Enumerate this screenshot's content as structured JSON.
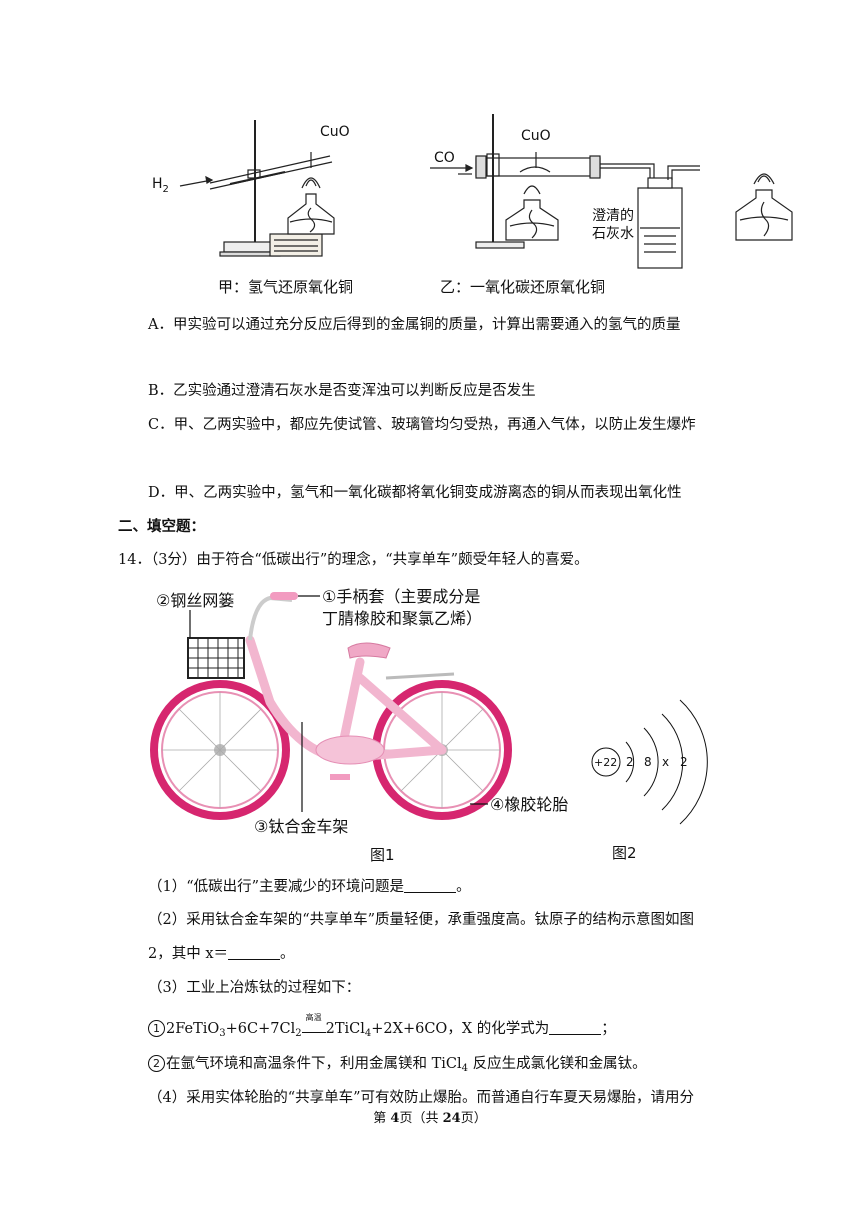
{
  "figures": {
    "apparatus": {
      "jia_caption": "甲：氢气还原氧化铜",
      "yi_caption": "乙：一氧化碳还原氧化铜",
      "cuo_label_1": "CuO",
      "cuo_label_2": "CuO",
      "h2_label": "H",
      "h2_sub": "2",
      "co_label": "CO",
      "limewater_line1": "澄清的",
      "limewater_line2": "石灰水"
    },
    "bicycle": {
      "label_basket": "②钢丝网篓",
      "label_grip_line1": "①手柄套（主要成分是",
      "label_grip_line2": "丁腈橡胶和聚氯乙烯）",
      "label_frame": "③钛合金车架",
      "label_tire": "④橡胶轮胎",
      "fig1_caption": "图1",
      "fig2_caption": "图2",
      "nucleus": "+22",
      "shells": [
        "2",
        "8",
        "x",
        "2"
      ]
    }
  },
  "options": {
    "A": "A．甲实验可以通过充分反应后得到的金属铜的质量，计算出需要通入的氢气的质量",
    "B": "B．乙实验通过澄清石灰水是否变浑浊可以判断反应是否发生",
    "C": "C．甲、乙两实验中，都应先使试管、玻璃管均匀受热，再通入气体，以防止发生爆炸",
    "D": "D．甲、乙两实验中，氢气和一氧化碳都将氧化铜变成游离态的铜从而表现出氧化性"
  },
  "section_title": "二、填空题：",
  "q14": {
    "stem": "14．（3分）由于符合“低碳出行”的理念，“共享单车”颇受年轻人的喜爱。",
    "sub1_before": "（1）“低碳出行”主要减少的环境问题是",
    "sub1_after": "。",
    "sub2_line1": "（2）采用钛合金车架的“共享单车”质量轻便，承重强度高。钛原子的结构示意图如图",
    "sub2_line2_before": "2，其中 x＝",
    "sub2_line2_after": "。",
    "sub3": "（3）工业上冶炼钛的过程如下：",
    "eq1": {
      "num": "1",
      "reactant_a": "2FeTiO",
      "sub_a": "3",
      "reactant_b": "+6C+7Cl",
      "sub_b": "2",
      "condition": "高温",
      "product_a": "2TiCl",
      "sub_c": "4",
      "product_b": "+2X+6CO，X 的化学式为",
      "tail": "；"
    },
    "step2": {
      "num": "2",
      "before": "在氩气环境和高温条件下，利用金属镁和 TiCl",
      "sub": "4",
      "after": " 反应生成氯化镁和金属钛。"
    },
    "sub4": "（4）采用实体轮胎的“共享单车”可有效防止爆胎。而普通自行车夏天易爆胎，请用分"
  },
  "footer": {
    "before": "第 ",
    "page": "4",
    "middle": "页（共 ",
    "total": "24",
    "after": "页）"
  }
}
